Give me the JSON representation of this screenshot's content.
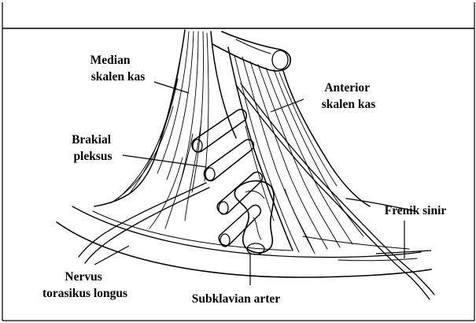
{
  "figure": {
    "ink_color": "#000000",
    "paper_color": "#ffffff",
    "labels": {
      "median_scalene": [
        "Median",
        "skalen kas"
      ],
      "anterior_scalene": [
        "Anterior",
        "skalen kas"
      ],
      "brachial_plexus": [
        "Brakial",
        "pleksus"
      ],
      "phrenic_nerve": [
        "Frenik sinir"
      ],
      "long_thoracic_nerve": [
        "Nervus",
        "torasikus longus"
      ],
      "subclavian_artery": [
        "Subklavian arter"
      ]
    }
  }
}
